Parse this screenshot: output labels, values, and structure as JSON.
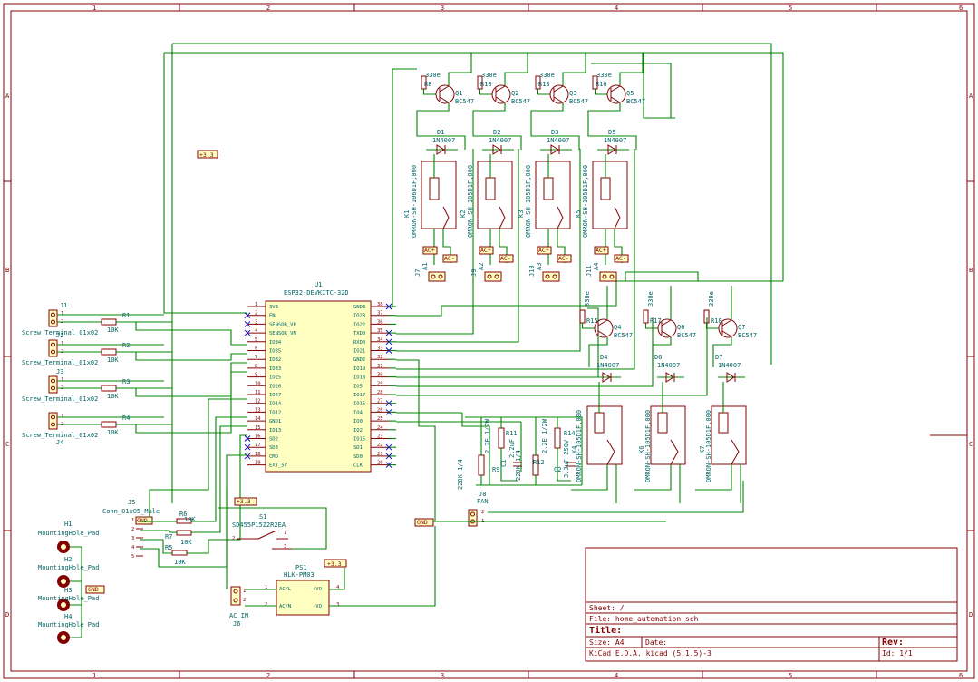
{
  "border": {
    "columns": [
      "1",
      "2",
      "3",
      "4",
      "5",
      "6"
    ],
    "rows": [
      "A",
      "B",
      "C",
      "D"
    ]
  },
  "title_block": {
    "sheet_label": "Sheet: /",
    "file_label": "File: home_automation.sch",
    "title_label": "Title:",
    "size_label": "Size: A4",
    "date_label": "Date:",
    "rev_label": "Rev:",
    "tool_label": "KiCad E.D.A.  kicad (5.1.5)-3",
    "id_label": "Id: 1/1"
  },
  "power_labels": {
    "v33_a": "+3.3",
    "v33_b": "+3.3",
    "v33_c": "+3.3",
    "gnd_a": "GND",
    "gnd_b": "GND",
    "gnd_c": "GND"
  },
  "u1": {
    "ref": "U1",
    "value": "ESP32-DEVKITC-32D",
    "left_pins": [
      {
        "num": "1",
        "name": "3V3"
      },
      {
        "num": "2",
        "name": "EN"
      },
      {
        "num": "3",
        "name": "SENSOR_VP"
      },
      {
        "num": "4",
        "name": "SENSOR_VN"
      },
      {
        "num": "5",
        "name": "IO34"
      },
      {
        "num": "6",
        "name": "IO35"
      },
      {
        "num": "7",
        "name": "IO32"
      },
      {
        "num": "8",
        "name": "IO33"
      },
      {
        "num": "9",
        "name": "IO25"
      },
      {
        "num": "10",
        "name": "IO26"
      },
      {
        "num": "11",
        "name": "IO27"
      },
      {
        "num": "12",
        "name": "IO14"
      },
      {
        "num": "13",
        "name": "IO12"
      },
      {
        "num": "14",
        "name": "GND1"
      },
      {
        "num": "15",
        "name": "IO13"
      },
      {
        "num": "16",
        "name": "SD2"
      },
      {
        "num": "17",
        "name": "SD3"
      },
      {
        "num": "18",
        "name": "CMD"
      },
      {
        "num": "19",
        "name": "EXT_5V"
      }
    ],
    "right_pins": [
      {
        "num": "38",
        "name": "GND3"
      },
      {
        "num": "37",
        "name": "IO23"
      },
      {
        "num": "36",
        "name": "IO22"
      },
      {
        "num": "35",
        "name": "TXD0"
      },
      {
        "num": "34",
        "name": "RXD0"
      },
      {
        "num": "33",
        "name": "IO21"
      },
      {
        "num": "32",
        "name": "GND2"
      },
      {
        "num": "31",
        "name": "IO19"
      },
      {
        "num": "30",
        "name": "IO18"
      },
      {
        "num": "29",
        "name": "IO5"
      },
      {
        "num": "28",
        "name": "IO17"
      },
      {
        "num": "27",
        "name": "IO16"
      },
      {
        "num": "26",
        "name": "IO4"
      },
      {
        "num": "25",
        "name": "IO0"
      },
      {
        "num": "24",
        "name": "IO2"
      },
      {
        "num": "23",
        "name": "IO15"
      },
      {
        "num": "22",
        "name": "SD1"
      },
      {
        "num": "21",
        "name": "SD0"
      },
      {
        "num": "20",
        "name": "CLK"
      }
    ]
  },
  "terminals": [
    {
      "ref": "J1",
      "value": "Screw_Terminal_01x02"
    },
    {
      "ref": "J2",
      "value": "Screw_Terminal_01x02"
    },
    {
      "ref": "J3",
      "value": "Screw_Terminal_01x02"
    },
    {
      "ref": "J4",
      "value": "Screw_Terminal_01x02"
    }
  ],
  "input_resistors": [
    {
      "ref": "R1",
      "value": "10K"
    },
    {
      "ref": "R2",
      "value": "10K"
    },
    {
      "ref": "R3",
      "value": "10K"
    },
    {
      "ref": "R4",
      "value": "10K"
    }
  ],
  "top_channels": [
    {
      "r": "R8",
      "rv": "330e",
      "q": "Q1",
      "qv": "BC547",
      "d": "D1",
      "dv": "1N4007",
      "k": "K1",
      "kv": "OMRON-SH-106D1F,000",
      "j": "J7",
      "ac1": "AC+",
      "ac2": "AC-",
      "a": "A1"
    },
    {
      "r": "R10",
      "rv": "330e",
      "q": "Q2",
      "qv": "BC547",
      "d": "D2",
      "dv": "1N4007",
      "k": "K2",
      "kv": "OMRON-SH-105D1F,000",
      "j": "J9",
      "ac1": "AC+",
      "ac2": "AC-",
      "a": "A2"
    },
    {
      "r": "R13",
      "rv": "330e",
      "q": "Q3",
      "qv": "BC547",
      "d": "D3",
      "dv": "1N4007",
      "k": "K3",
      "kv": "OMRON-SH-105D1F,000",
      "j": "J10",
      "ac1": "AC+",
      "ac2": "AC-",
      "a": "A3"
    },
    {
      "r": "R16",
      "rv": "330e",
      "q": "Q5",
      "qv": "BC547",
      "d": "D5",
      "dv": "1N4007",
      "k": "K5",
      "kv": "OMRON-SH-105D1F,000",
      "j": "J11",
      "ac1": "AC+",
      "ac2": "AC-",
      "a": "A4"
    }
  ],
  "bottom_channels": [
    {
      "r": "R15",
      "rv": "330e",
      "q": "Q4",
      "qv": "BC547",
      "d": "D4",
      "dv": "1N4007",
      "k": "K4",
      "kv": "OMRON-SH-105D1F,000"
    },
    {
      "r": "R17",
      "rv": "330e",
      "q": "Q6",
      "qv": "BC547",
      "d": "D6",
      "dv": "1N4007",
      "k": "K6",
      "kv": "OMRON-SH-105D1F,000"
    },
    {
      "r": "R18",
      "rv": "330e",
      "q": "Q7",
      "qv": "BC547",
      "d": "D7",
      "dv": "1N4007",
      "k": "K7",
      "kv": "OMRON-SH-105D1F,000"
    }
  ],
  "fan": {
    "r9": "R9",
    "r9v": "220K 1/4",
    "r11": "R11",
    "r11v": "2.2E 1/2W",
    "c1": "C1",
    "c1v": "2.2uF",
    "r12": "R12",
    "r12v": "220K 1/4",
    "r14": "R14",
    "r14v": "2.2E 1/2W",
    "c2": "C2",
    "c2v": "3.3uF 250V",
    "j8": "J8",
    "j8v": "FAN"
  },
  "j5": {
    "ref": "J5",
    "value": "Conn_01x05_Male",
    "pins": [
      "1",
      "2",
      "3",
      "4",
      "5"
    ]
  },
  "switch_res": [
    {
      "ref": "R6",
      "value": "10K"
    },
    {
      "ref": "R7",
      "value": "10K"
    },
    {
      "ref": "R5",
      "value": "10K"
    }
  ],
  "s1": {
    "ref": "S1",
    "value": "SD455P15Z2R2EA"
  },
  "ps1": {
    "ref": "PS1",
    "value": "HLK-PM03",
    "p1": "AC/L",
    "p2": "AC/N",
    "p3": "+VO",
    "p4": "-VO"
  },
  "j6": {
    "ref": "J6",
    "value": "AC_IN"
  },
  "holes": [
    {
      "ref": "H1",
      "value": "MountingHole_Pad"
    },
    {
      "ref": "H2",
      "value": "MountingHole_Pad"
    },
    {
      "ref": "H3",
      "value": "MountingHole_Pad"
    },
    {
      "ref": "H4",
      "value": "MountingHole_Pad"
    }
  ]
}
